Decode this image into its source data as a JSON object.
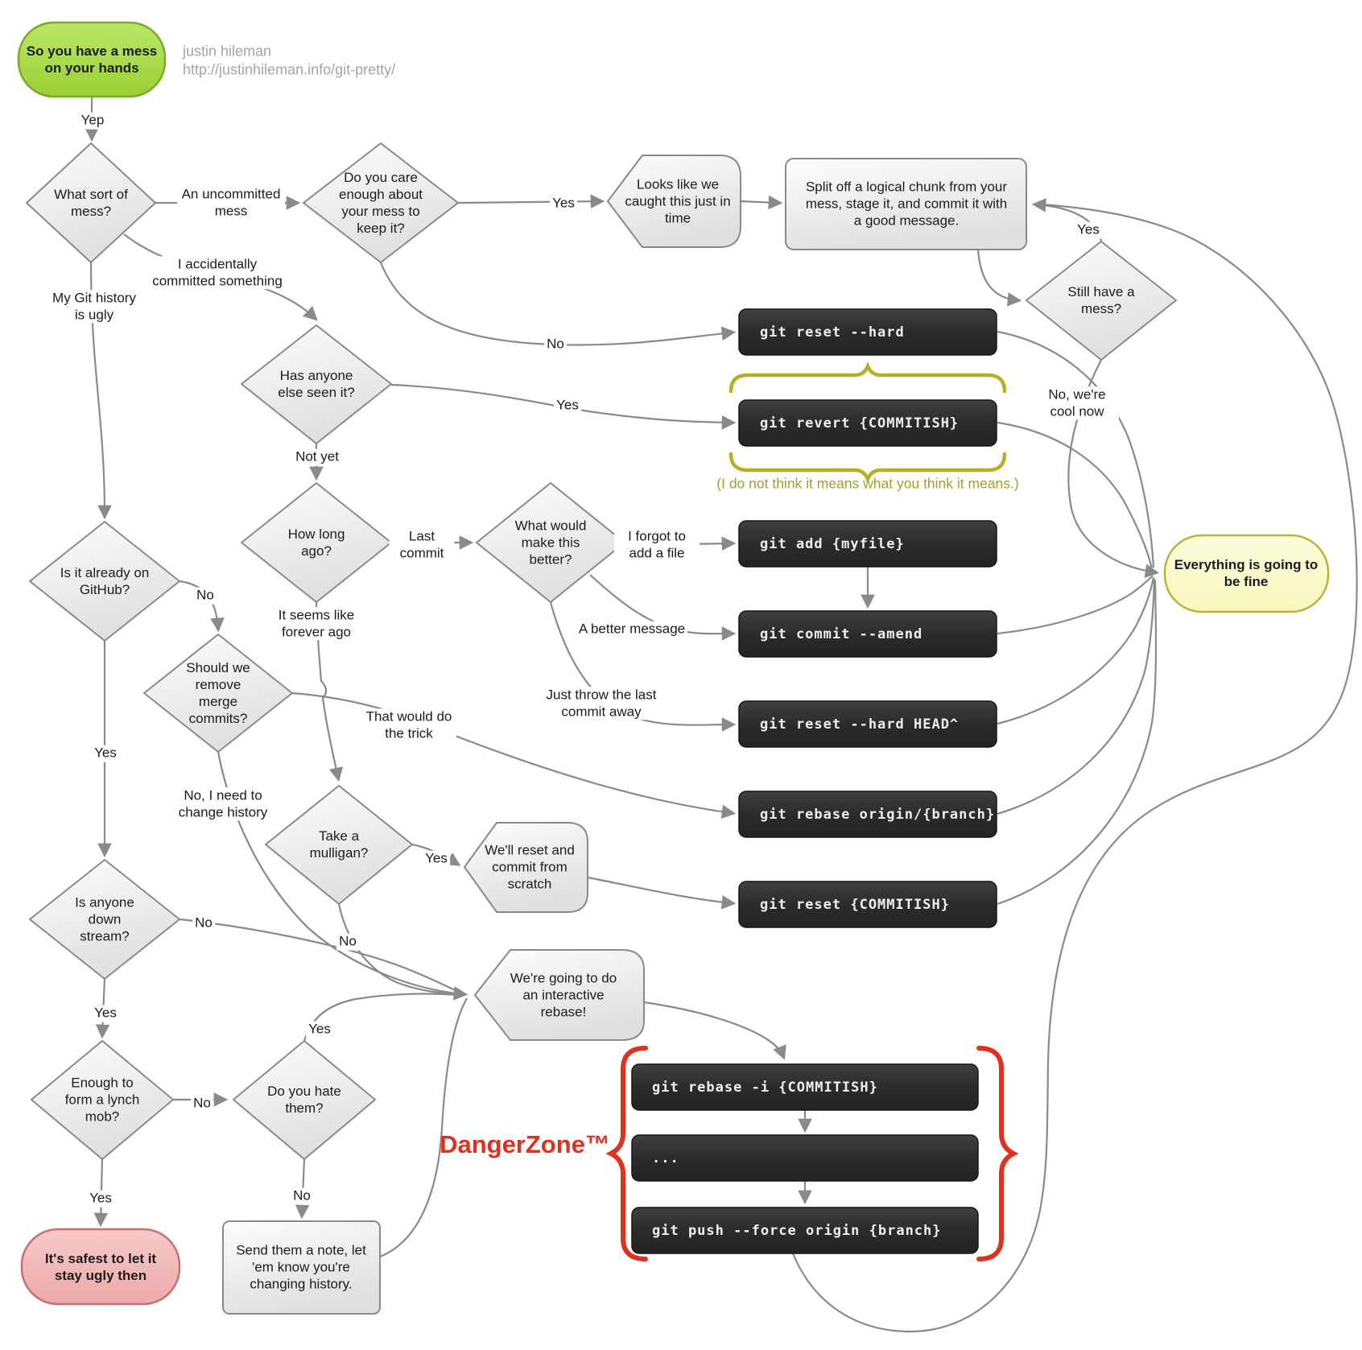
{
  "credit": {
    "author": "justin hileman",
    "url": "http://justinhileman.info/git-pretty/"
  },
  "nodes": {
    "start": "So you have a mess on your hands",
    "what_sort": "What sort of mess?",
    "care_enough": "Do you care enough about your mess to keep it?",
    "caught_in_time": "Looks like we caught this just in time",
    "split_off": "Split off a logical chunk from your mess, stage it, and commit it with a good message.",
    "still_mess": "Still have a mess?",
    "anyone_seen": "Has anyone else seen it?",
    "how_long": "How long ago?",
    "what_better": "What would make this better?",
    "on_github": "Is it already on GitHub?",
    "remove_merge": "Should we remove merge commits?",
    "downstream": "Is anyone down stream?",
    "mulligan": "Take a mulligan?",
    "reset_scratch": "We'll reset and commit from scratch",
    "interactive_rebase": "We're going to do an interactive rebase!",
    "hate_them": "Do you hate them?",
    "lynch_mob": "Enough to form a lynch mob?",
    "send_note": "Send them a note, let 'em know you're changing history.",
    "stay_ugly": "It's safest to let it stay ugly then",
    "fine": "Everything is going to be fine"
  },
  "commands": {
    "reset_hard": "git reset --hard",
    "revert": "git revert {COMMITISH}",
    "add": "git add {myfile}",
    "amend": "git commit --amend",
    "reset_head": "git reset --hard HEAD^",
    "rebase_origin": "git rebase origin/{branch}",
    "reset_commitish": "git reset {COMMITISH}",
    "rebase_i": "git rebase -i {COMMITISH}",
    "dots": "...",
    "push_force": "git push --force origin {branch}"
  },
  "edge_labels": {
    "yep": "Yep",
    "uncommitted": "An uncommitted mess",
    "accidental": "I accidentally committed something",
    "history_ugly": "My Git history is ugly",
    "yes_care": "Yes",
    "no_care": "No",
    "yes_still": "Yes",
    "no_cool": "No, we're cool now",
    "yes_seen": "Yes",
    "not_yet": "Not yet",
    "last_commit": "Last commit",
    "forever_ago": "It seems like forever ago",
    "forgot_file": "I forgot to add a file",
    "better_message": "A better message",
    "throw_away": "Just throw the last commit away",
    "no_github": "No",
    "yes_github": "Yes",
    "do_trick": "That would do the trick",
    "change_history": "No, I need to change history",
    "no_downstream": "No",
    "yes_downstream": "Yes",
    "yes_mulligan": "Yes",
    "no_mulligan": "No",
    "yes_hate": "Yes",
    "no_hate": "No",
    "no_mob": "No",
    "yes_mob": "Yes"
  },
  "annotations": {
    "revert_note": "(I do not think it means what you think it means.)",
    "danger_zone": "DangerZone™"
  },
  "colors": {
    "edge": "#8a8a8a",
    "start_fill": "#a9dd45",
    "start_border": "#7ea82a",
    "fine_fill": "#fbfbd0",
    "fine_border": "#b5b53c",
    "ugly_fill": "#f3bcbc",
    "ugly_border": "#c97070",
    "command_bg": "#2d2d2d",
    "command_text": "#efefef",
    "brace_yellow": "#b5b021",
    "danger_red": "#e0301e"
  }
}
